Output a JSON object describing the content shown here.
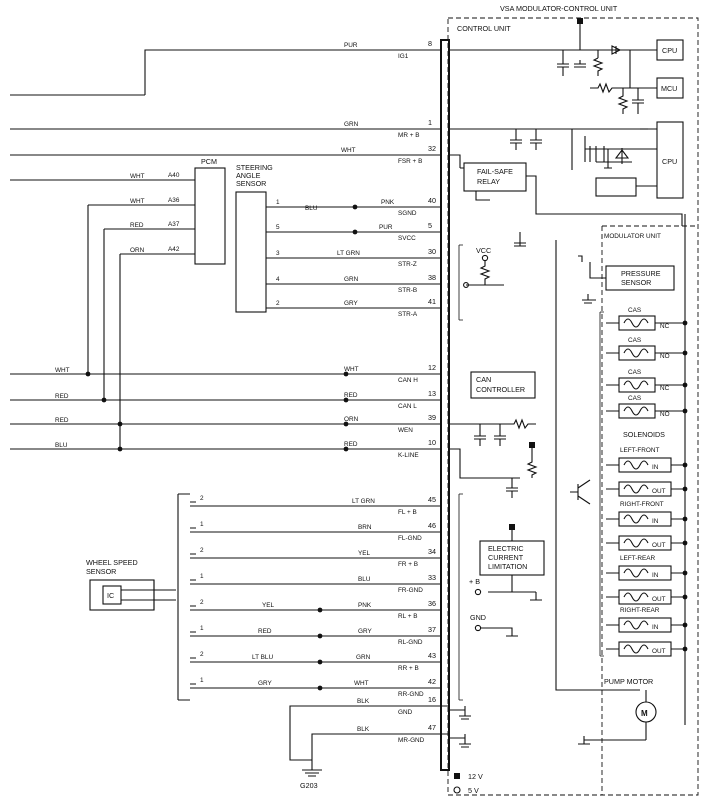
{
  "title": "VSA MODULATOR-CONTROL UNIT",
  "control_unit_label": "CONTROL UNIT",
  "modulator_unit_label": "MODULATOR UNIT",
  "cpu_label": "CPU",
  "mcu_label": "MCU",
  "pcm_label": "PCM",
  "steering_sensor_label": [
    "STEERING",
    "ANGLE",
    "SENSOR"
  ],
  "wheel_speed_sensor_label": [
    "WHEEL SPEED",
    "SENSOR"
  ],
  "ic_label": "IC",
  "failsafe_label": [
    "FAIL-SAFE",
    "RELAY"
  ],
  "can_controller_label": [
    "CAN",
    "CONTROLLER"
  ],
  "ecl_label": [
    "ELECTRIC",
    "CURRENT",
    "LIMITATION"
  ],
  "pressure_sensor_label": [
    "PRESSURE",
    "SENSOR"
  ],
  "solenoids_label": "SOLENOIDS",
  "pump_motor_label": "PUMP MOTOR",
  "motor_symbol": "M",
  "vcc_label": "VCC",
  "plus_b_label": "+ B",
  "gnd_label": "GND",
  "ground_label": "G203",
  "legend": [
    {
      "symbol": "square",
      "text": "12 V"
    },
    {
      "symbol": "circle",
      "text": "5 V"
    }
  ],
  "pcm_pins": [
    {
      "pin": "A40",
      "wire": "WHT"
    },
    {
      "pin": "A36",
      "wire": "WHT"
    },
    {
      "pin": "A37",
      "wire": "RED"
    },
    {
      "pin": "A42",
      "wire": "ORN"
    }
  ],
  "steering_sensor_pins": [
    "1",
    "5",
    "3",
    "4",
    "2"
  ],
  "steering_wires": [
    "BLU",
    "PNK"
  ],
  "left_bus_wires": [
    "WHT",
    "RED",
    "RED",
    "BLU"
  ],
  "wheel_speed_pins": [
    "2",
    "1",
    "2",
    "1",
    "2",
    "1",
    "2",
    "1"
  ],
  "wheel_side_wires": [
    "YEL",
    "RED",
    "LT BLU",
    "GRY"
  ],
  "connector_pins": [
    {
      "num": "8",
      "wire": "PUR",
      "signal": "IG1"
    },
    {
      "num": "1",
      "wire": "GRN",
      "signal": "MR + B"
    },
    {
      "num": "32",
      "wire": "WHT",
      "signal": "FSR + B"
    },
    {
      "num": "40",
      "wire": "PNK",
      "signal": "SGND"
    },
    {
      "num": "5",
      "wire": "PUR",
      "signal": "SVCC"
    },
    {
      "num": "30",
      "wire": "LT GRN",
      "signal": "STR-Z"
    },
    {
      "num": "38",
      "wire": "GRN",
      "signal": "STR-B"
    },
    {
      "num": "41",
      "wire": "GRY",
      "signal": "STR-A"
    },
    {
      "num": "12",
      "wire": "WHT",
      "signal": "CAN H"
    },
    {
      "num": "13",
      "wire": "RED",
      "signal": "CAN L"
    },
    {
      "num": "39",
      "wire": "ORN",
      "signal": "WEN"
    },
    {
      "num": "10",
      "wire": "RED",
      "signal": "K-LINE"
    },
    {
      "num": "45",
      "wire": "LT GRN",
      "signal": "FL + B"
    },
    {
      "num": "46",
      "wire": "BRN",
      "signal": "FL-GND"
    },
    {
      "num": "34",
      "wire": "YEL",
      "signal": "FR + B"
    },
    {
      "num": "33",
      "wire": "BLU",
      "signal": "FR-GND"
    },
    {
      "num": "36",
      "wire": "PNK",
      "signal": "RL + B"
    },
    {
      "num": "37",
      "wire": "GRY",
      "signal": "RL-GND"
    },
    {
      "num": "43",
      "wire": "GRN",
      "signal": "RR + B"
    },
    {
      "num": "42",
      "wire": "WHT",
      "signal": "RR-GND"
    },
    {
      "num": "16",
      "wire": "BLK",
      "signal": "GND"
    },
    {
      "num": "47",
      "wire": "BLK",
      "signal": "MR-GND"
    }
  ],
  "cas_valves": [
    {
      "label": "CAS",
      "state": "NC"
    },
    {
      "label": "CAS",
      "state": "NO"
    },
    {
      "label": "CAS",
      "state": "NC"
    },
    {
      "label": "CAS",
      "state": "NO"
    }
  ],
  "solenoid_groups": [
    {
      "label": "LEFT-FRONT",
      "valves": [
        "IN",
        "OUT"
      ]
    },
    {
      "label": "RIGHT-FRONT",
      "valves": [
        "IN",
        "OUT"
      ]
    },
    {
      "label": "LEFT-REAR",
      "valves": [
        "IN",
        "OUT"
      ]
    },
    {
      "label": "RIGHT-REAR",
      "valves": [
        "IN",
        "OUT"
      ]
    }
  ]
}
